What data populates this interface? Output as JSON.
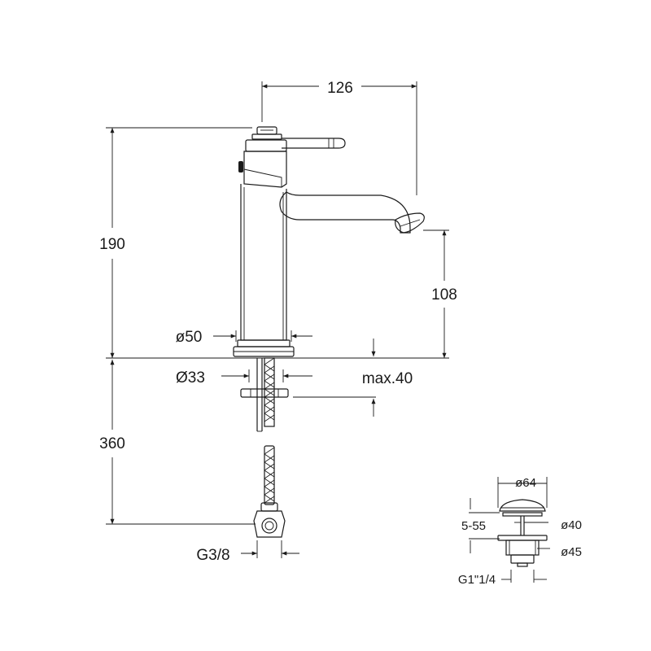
{
  "faucet": {
    "spout_reach": "126",
    "total_height": "190",
    "spout_height": "108",
    "body_diameter": "ø50",
    "shank_diameter": "Ø33",
    "max_deck": "max.40",
    "hose_length": "360",
    "hose_thread": "G3/8"
  },
  "waste": {
    "cap_diameter": "ø64",
    "clamp_range": "5-55",
    "inner_diameter": "ø40",
    "flange_diameter": "ø45",
    "thread": "G1\"1/4"
  }
}
